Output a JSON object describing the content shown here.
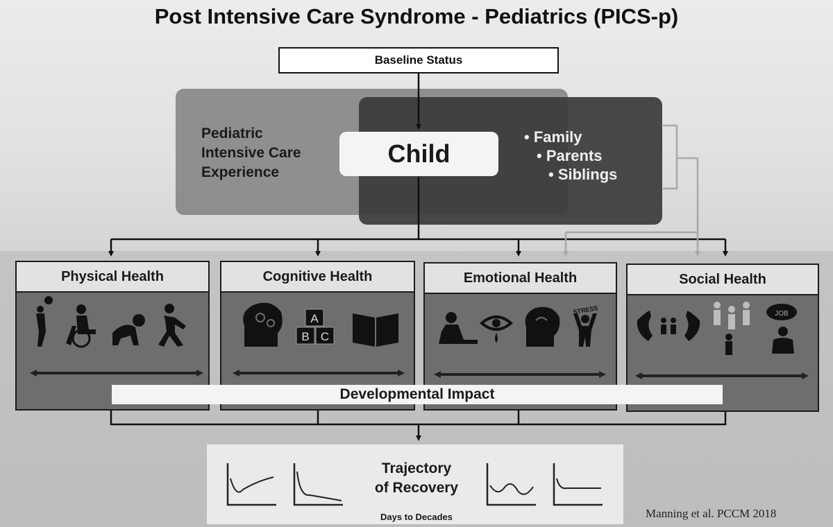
{
  "title": "Post Intensive Care Syndrome - Pediatrics (PICS-p)",
  "baseline": "Baseline Status",
  "picu": {
    "line1": "Pediatric",
    "line2": "Intensive Care",
    "line3": "Experience"
  },
  "child": "Child",
  "family": {
    "family": "Family",
    "parents": "Parents",
    "siblings": "Siblings"
  },
  "domains": {
    "physical": {
      "label": "Physical Health",
      "icons": [
        "basketball-player-icon",
        "wheelchair-user-icon",
        "crawling-baby-icon",
        "running-child-icon"
      ]
    },
    "cognitive": {
      "label": "Cognitive Health",
      "icons": [
        "brain-gears-icon",
        "abc-blocks-icon",
        "open-book-icon"
      ],
      "block_letters": [
        "A",
        "B",
        "C"
      ]
    },
    "emotional": {
      "label": "Emotional Health",
      "icons": [
        "sad-sitting-person-icon",
        "crying-eye-icon",
        "anxious-head-icon",
        "stressed-person-icon"
      ],
      "stress_text": "STRESS"
    },
    "social": {
      "label": "Social Health",
      "icons": [
        "hands-holding-family-icon",
        "group-with-isolated-person-icon",
        "job-worry-person-icon"
      ],
      "job_text": "JOB"
    }
  },
  "developmental_impact": "Developmental Impact",
  "trajectory": {
    "line1": "Trajectory",
    "line2": "of Recovery"
  },
  "days_to_decades": "Days to Decades",
  "citation": "Manning et al. PCCM 2018",
  "colors": {
    "dark_box": "#3b3b3b",
    "mid_box": "#8a8a8a",
    "domain_body": "#6e6e6e",
    "header": "#e2e2e2",
    "arrow": "#111111",
    "family_arrow": "#a8a8a8"
  }
}
